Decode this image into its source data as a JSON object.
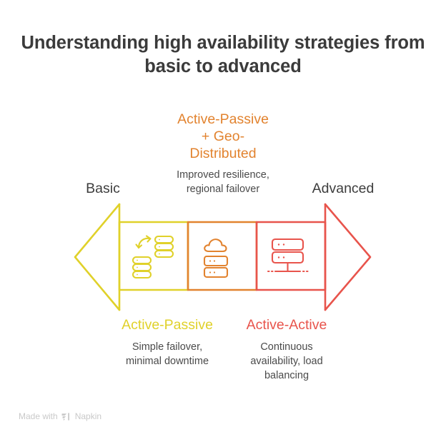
{
  "page": {
    "title": "Understanding high availability strategies from\nbasic to advanced",
    "background": "#ffffff",
    "title_color": "#3b3b3b"
  },
  "axis": {
    "start_label": "Basic",
    "end_label": "Advanced",
    "label_color": "#3d3d3d"
  },
  "palette": {
    "basic_yellow": "#e0d12a",
    "mid_orange": "#e2832f",
    "advanced_red": "#e8544c",
    "body_text": "#4a4a4a",
    "watermark": "#c9c9c9"
  },
  "stages": [
    {
      "key": "active-passive",
      "title": "Active-Passive",
      "description": "Simple failover,\nminimal downtime",
      "color": "#e0d12a",
      "icon": "database-sync-icon",
      "position": "below"
    },
    {
      "key": "active-passive-geo-distributed",
      "title": "Active-Passive\n+ Geo-\nDistributed",
      "description": "Improved resilience,\nregional failover",
      "color": "#e2832f",
      "icon": "cloud-server-icon",
      "position": "above"
    },
    {
      "key": "active-active",
      "title": "Active-Active",
      "description": "Continuous\navailability, load\nbalancing",
      "color": "#e8544c",
      "icon": "server-network-icon",
      "position": "below"
    }
  ],
  "footer": {
    "made_with_text": "Made with",
    "brand": "Napkin",
    "logo_icon": "napkin-logo-icon"
  }
}
